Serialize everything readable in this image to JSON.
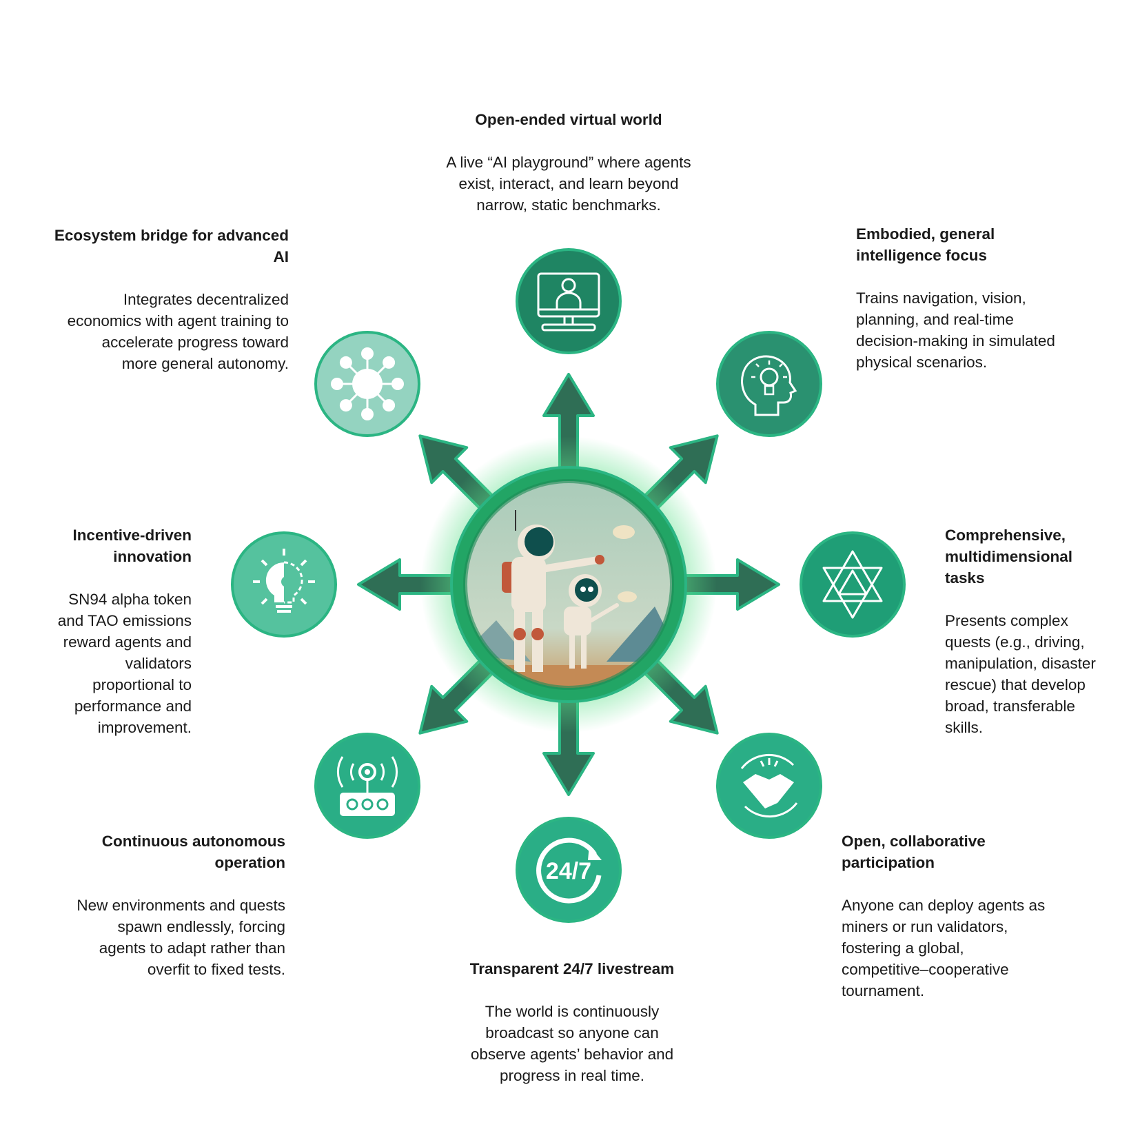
{
  "center": {
    "image": "two-robots-pointing-illustration"
  },
  "colors": {
    "arrow_fill": "#2f6e55",
    "arrow_stroke": "#2bb583",
    "ring": "#22a565",
    "glow": "#5ee08a"
  },
  "features": [
    {
      "id": "top",
      "title": "Open-ended virtual world",
      "body": "A live “AI playground” where agents\nexist, interact, and learn beyond\nnarrow, static benchmarks.",
      "icon": "monitor-user-icon",
      "color": "#1f8563"
    },
    {
      "id": "top-right",
      "title": "Embodied, general\nintelligence focus",
      "body": "Trains navigation, vision,\nplanning, and real-time\ndecision-making in simulated\nphysical scenarios.",
      "icon": "head-lightbulb-icon",
      "color": "#2a9170"
    },
    {
      "id": "right",
      "title": "Comprehensive,\nmultidimensional\ntasks",
      "body": "Presents complex\nquests (e.g., driving,\nmanipulation, disaster\nrescue) that develop\nbroad, transferable\nskills.",
      "icon": "star-of-david-triangle-icon",
      "color": "#1f9e76"
    },
    {
      "id": "bottom-right",
      "title": "Open, collaborative\nparticipation",
      "body": "Anyone can deploy agents as\nminers or run validators,\nfostering a global,\ncompetitive–cooperative\ntournament.",
      "icon": "handshake-cycle-icon",
      "color": "#2aae86"
    },
    {
      "id": "bottom",
      "title": "Transparent 24/7 livestream",
      "body": "The world is continuously\nbroadcast so anyone can\nobserve agents’ behavior and\nprogress in real time.",
      "icon": "clock-24-7-icon",
      "icon_text": "24/7",
      "color": "#2aae86"
    },
    {
      "id": "bottom-left",
      "title": "Continuous autonomous\noperation",
      "body": "New environments and quests\nspawn endlessly, forcing\nagents to adapt rather than\noverfit to fixed tests.",
      "icon": "broadcast-router-icon",
      "color": "#2aae86"
    },
    {
      "id": "left",
      "title": "Incentive-driven\ninnovation",
      "body": "SN94 alpha token\nand TAO emissions\nreward agents and\nvalidators\nproportional to\nperformance and\nimprovement.",
      "icon": "lightbulb-gear-icon",
      "color": "#55c29e"
    },
    {
      "id": "top-left",
      "title": "Ecosystem bridge for advanced\nAI",
      "body": "Integrates decentralized\neconomics with agent training to\naccelerate progress toward\nmore general autonomy.",
      "icon": "network-hub-icon",
      "color": "#94d3c0"
    }
  ]
}
